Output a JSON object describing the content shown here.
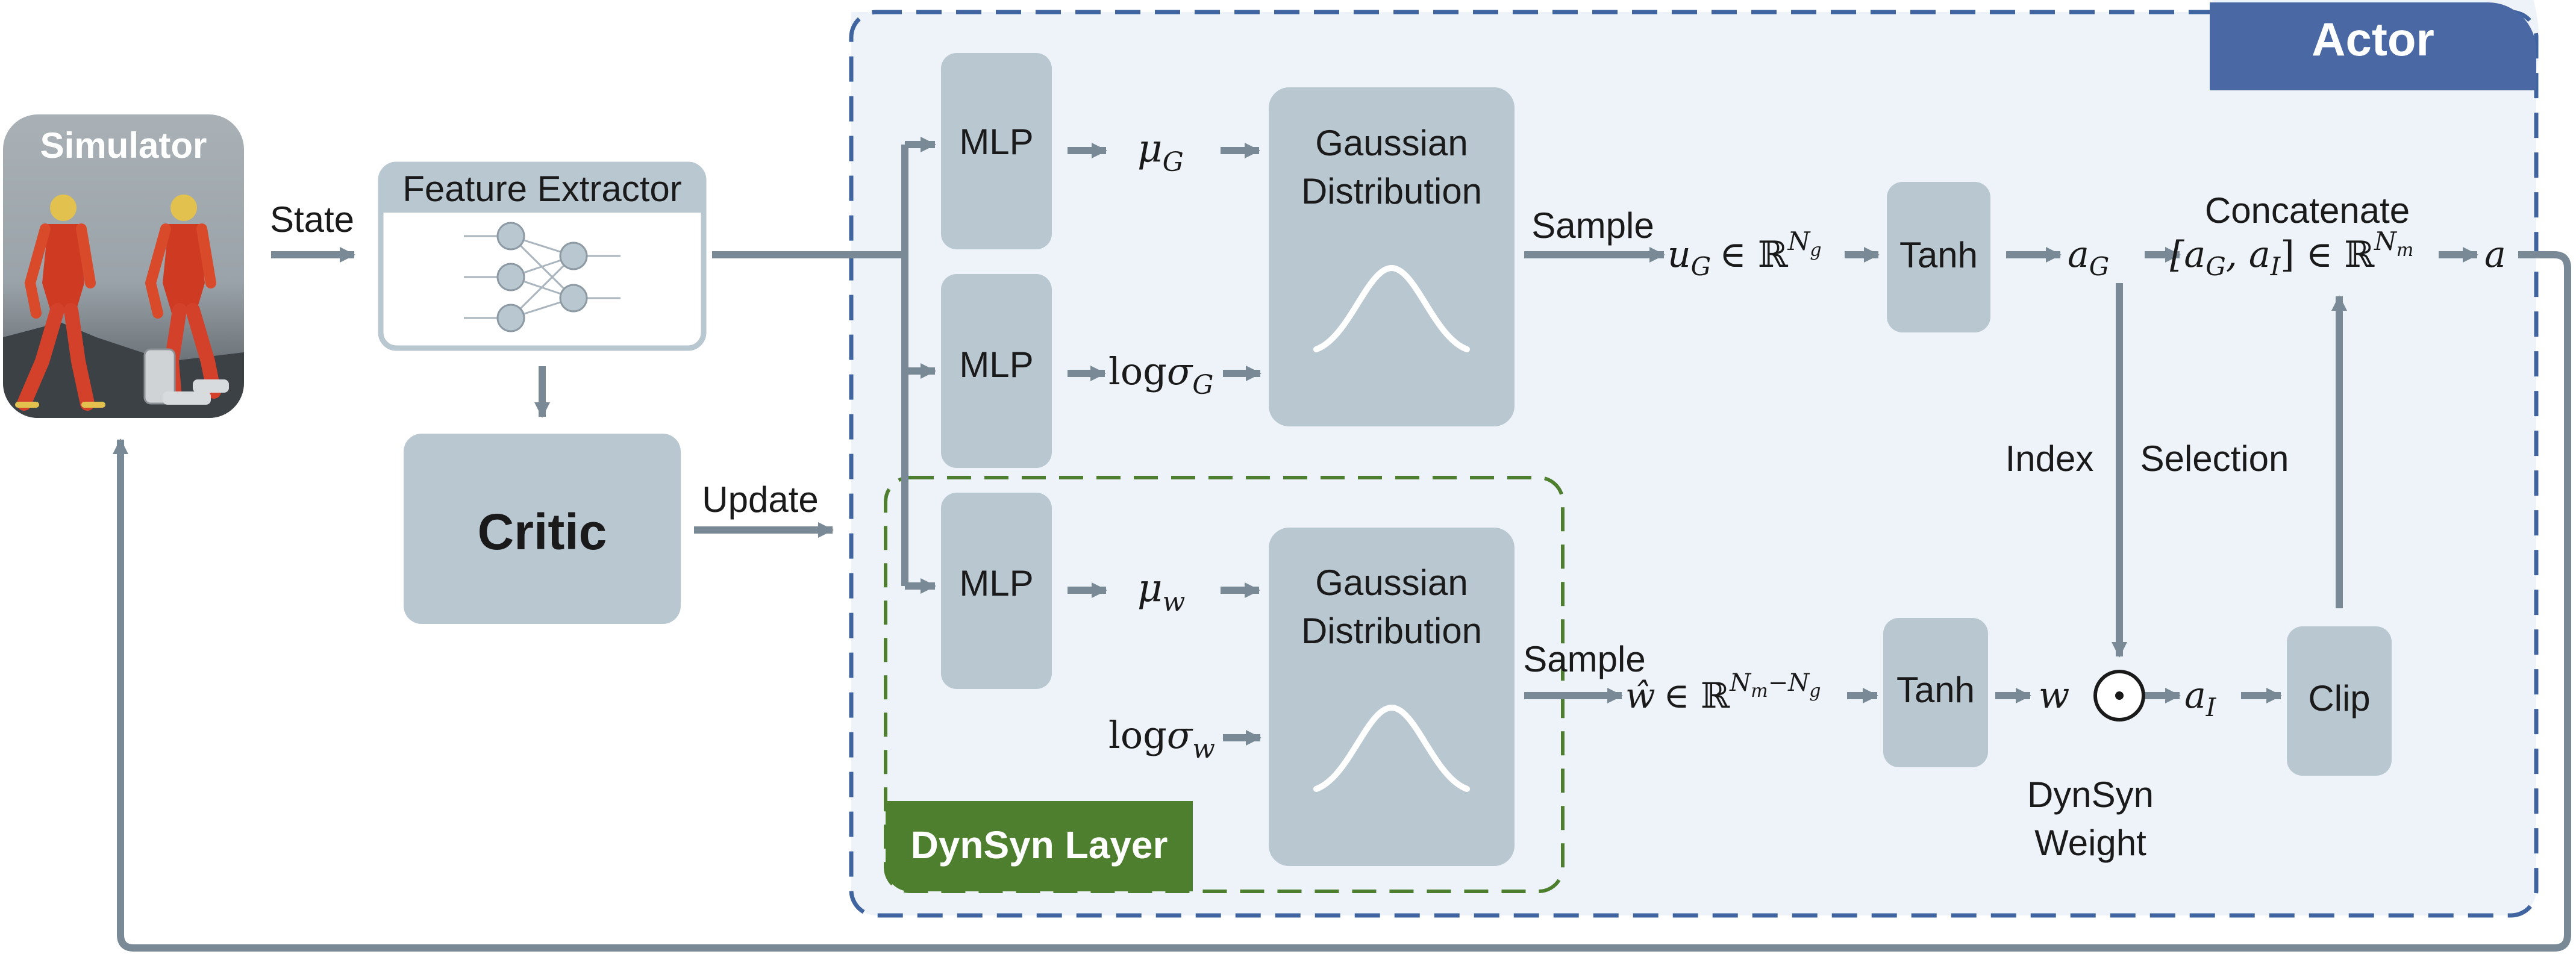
{
  "colors": {
    "box_fill": "#b9c7d1",
    "arrow": "#798a96",
    "actor_border": "#3f64a0",
    "actor_bg": "#eef3f9",
    "actor_title_bg": "#4a69a4",
    "dynsyn_border": "#4d7f2e",
    "dynsyn_title_bg": "#4d7f2e",
    "simulator_bg": "#9aa3a9"
  },
  "simulator": {
    "title": "Simulator"
  },
  "labels": {
    "state": "State",
    "update": "Update",
    "sample_top": "Sample",
    "sample_bottom": "Sample",
    "index": "Index",
    "selection": "Selection",
    "concatenate": "Concatenate",
    "dynsyn_weight_line1": "DynSyn",
    "dynsyn_weight_line2": "Weight"
  },
  "feature_extractor": {
    "title": "Feature Extractor"
  },
  "critic": {
    "title": "Critic"
  },
  "actor": {
    "title": "Actor"
  },
  "dynsyn_layer": {
    "title": "DynSyn Layer"
  },
  "blocks": {
    "mlp_1": "MLP",
    "mlp_2": "MLP",
    "mlp_3": "MLP",
    "gauss_top_l1": "Gaussian",
    "gauss_top_l2": "Distribution",
    "gauss_bot_l1": "Gaussian",
    "gauss_bot_l2": "Distribution",
    "tanh_top": "Tanh",
    "tanh_bot": "Tanh",
    "clip": "Clip"
  },
  "math": {
    "mu_G": {
      "base": "μ",
      "sub": "G"
    },
    "log_sigma_G": {
      "pre": "log",
      "base": "σ",
      "sub": "G"
    },
    "mu_w": {
      "base": "μ",
      "sub": "w"
    },
    "log_sigma_w": {
      "pre": "log",
      "base": "σ",
      "sub": "w"
    },
    "u_G": {
      "base": "u",
      "sub": "G",
      "rel": "∈ ℝ",
      "sup_base": "N",
      "sup_sub": "g"
    },
    "a_G": {
      "base": "a",
      "sub": "G"
    },
    "concat": {
      "open": "[a",
      "sub1": "G",
      "mid": ", a",
      "sub2": "I",
      "close": "] ∈ ℝ",
      "sup_base": "N",
      "sup_sub": "m"
    },
    "a": {
      "base": "a"
    },
    "w_hat": {
      "base": "ŵ",
      "rel": "∈ ℝ",
      "sup_n1": "N",
      "sup_s1": "m",
      "sup_minus": "−N",
      "sup_s2": "g"
    },
    "w": {
      "base": "w"
    },
    "odot": {
      "symbol": "⊙"
    },
    "a_I": {
      "base": "a",
      "sub": "I"
    }
  }
}
